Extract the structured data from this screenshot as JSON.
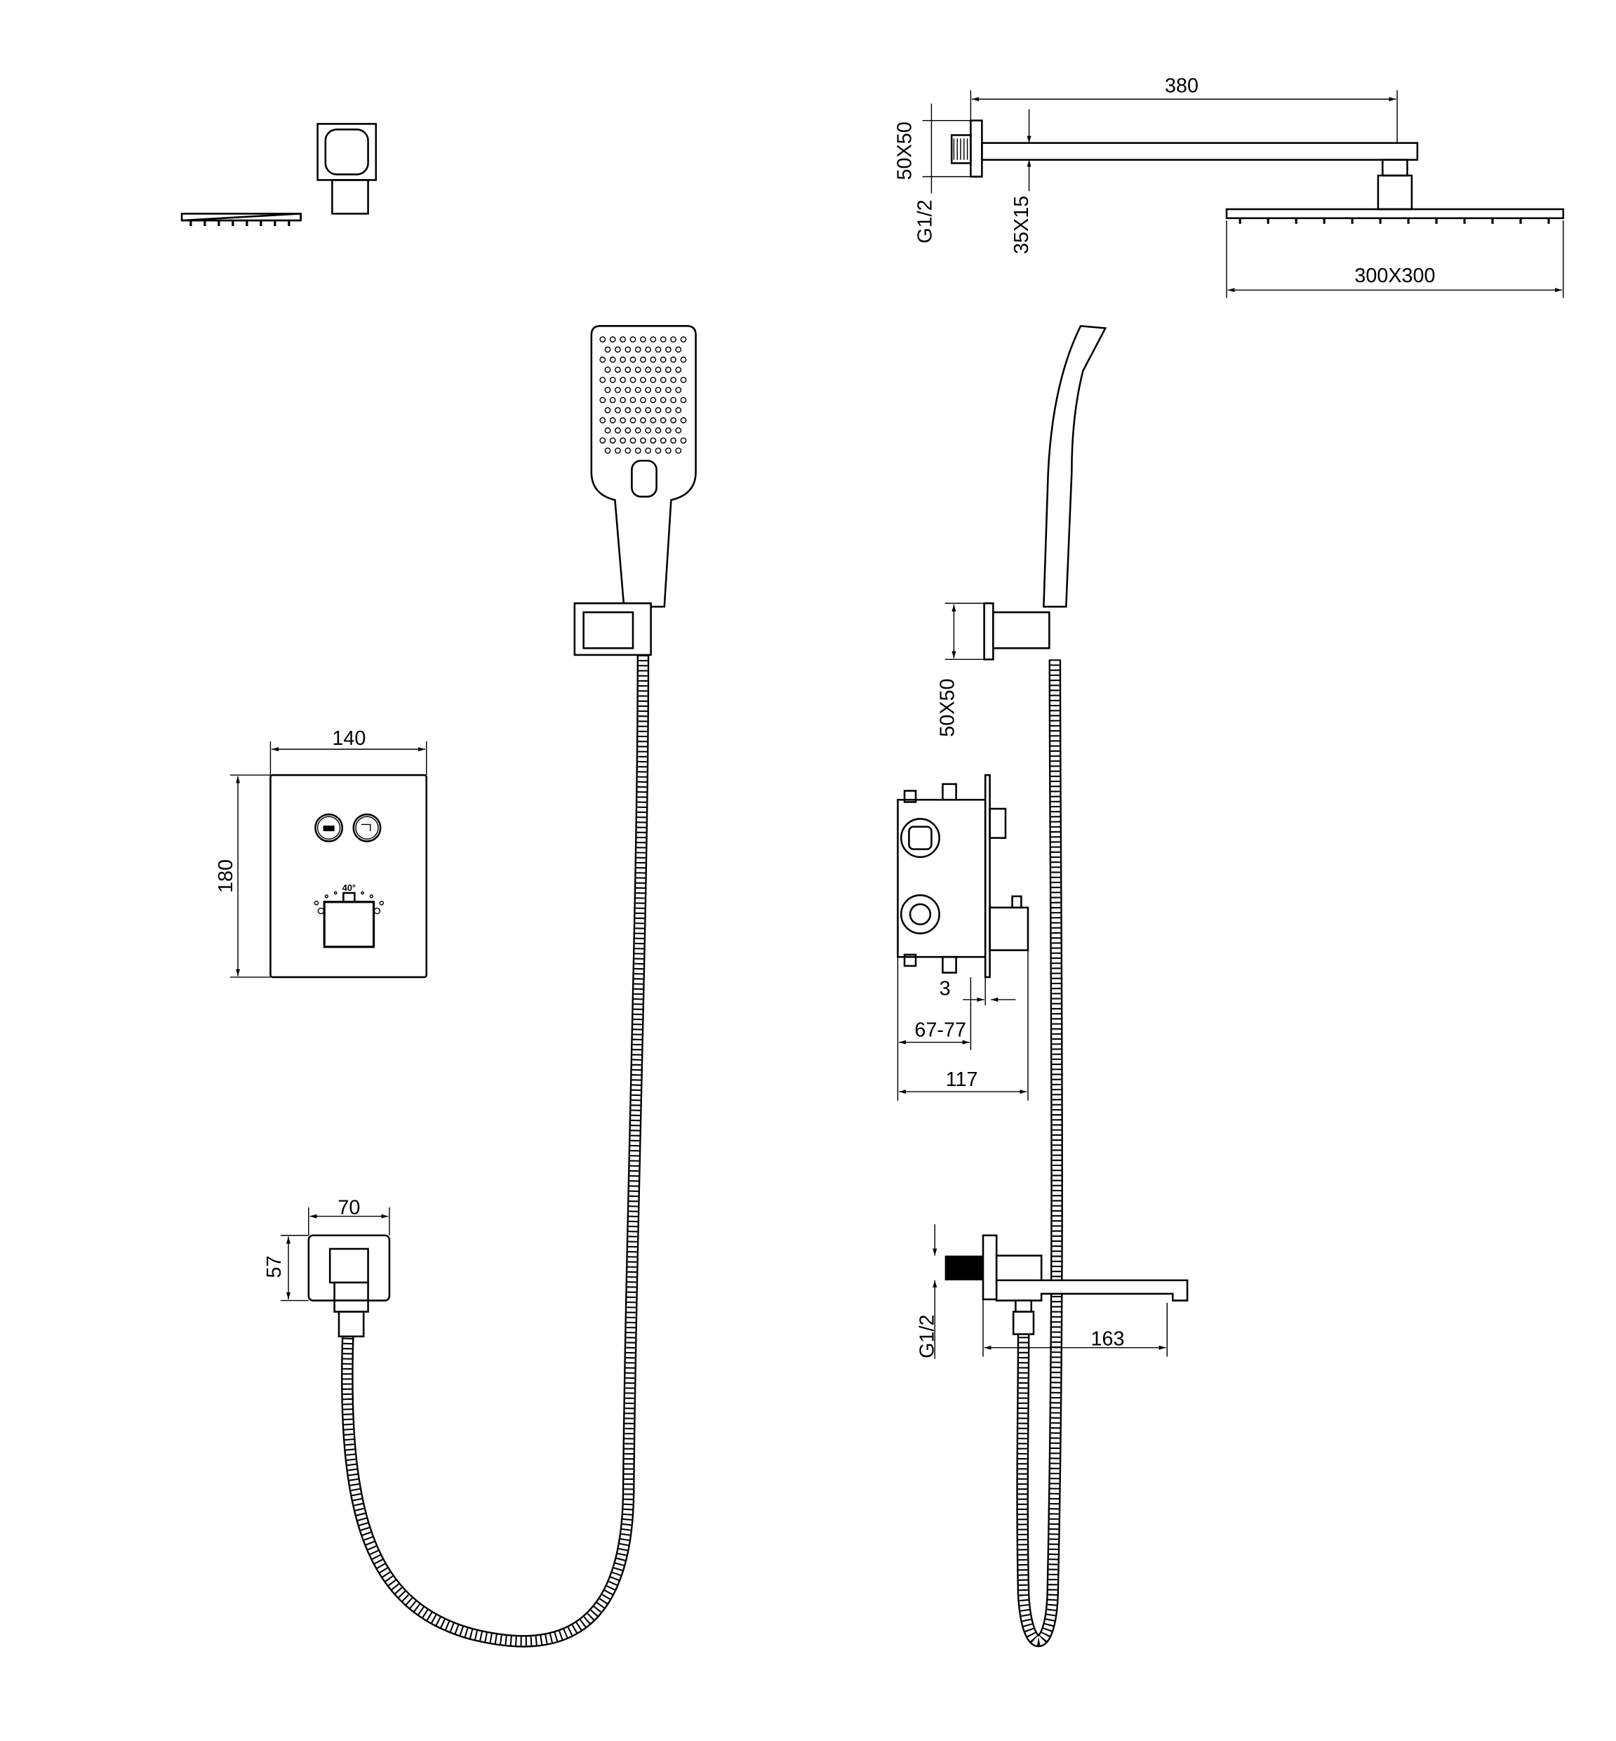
{
  "drawing": {
    "colors": {
      "line": "#000000",
      "background": "#ffffff"
    },
    "dimensions": {
      "arm_length": "380",
      "arm_flange": "50X50",
      "arm_thread": "G1/2",
      "arm_section": "35X15",
      "head_size": "300X300",
      "panel_width": "140",
      "panel_height": "180",
      "bracket_flange": "50X50",
      "plate_thickness": "3",
      "install_depth": "67-77",
      "valve_depth": "117",
      "outlet_width": "70",
      "outlet_height": "57",
      "spout_thread": "G1/2",
      "spout_length": "163"
    },
    "panel": {
      "temperature_label": "40°",
      "button_icons": [
        "shower-head-icon",
        "spout-icon"
      ]
    }
  }
}
